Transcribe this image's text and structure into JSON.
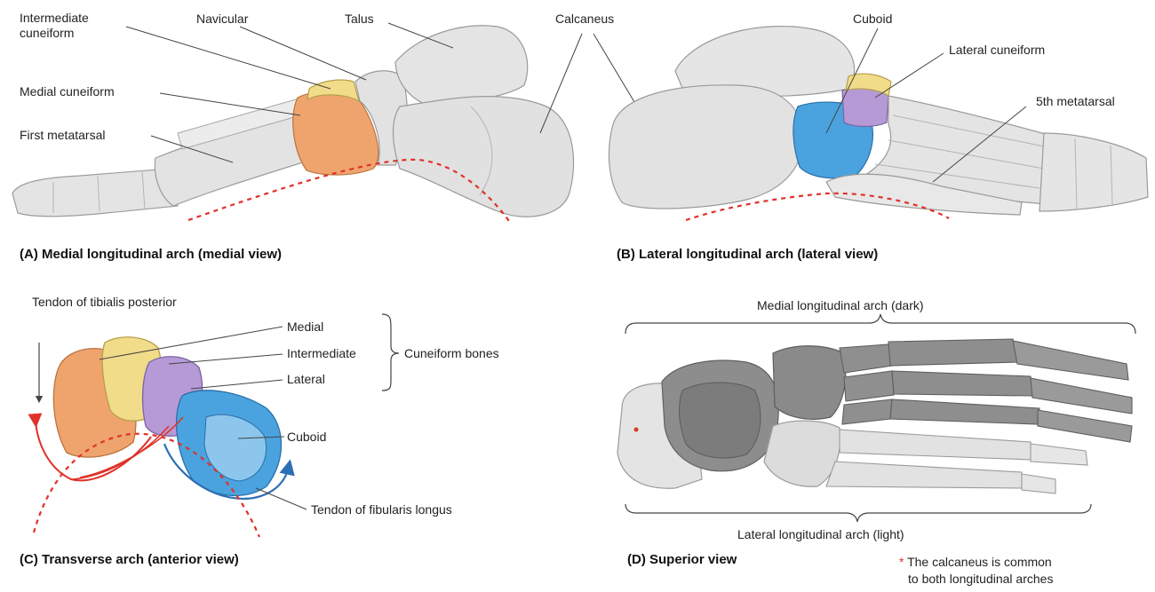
{
  "panels": {
    "a": {
      "caption": "(A) Medial longitudinal arch (medial view)",
      "labels": {
        "intermediate_cuneiform_1": "Intermediate",
        "intermediate_cuneiform_2": "cuneiform",
        "navicular": "Navicular",
        "talus": "Talus",
        "medial_cuneiform": "Medial cuneiform",
        "first_metatarsal": "First metatarsal"
      }
    },
    "shared": {
      "calcaneus": "Calcaneus"
    },
    "b": {
      "caption": "(B) Lateral longitudinal arch (lateral view)",
      "labels": {
        "cuboid": "Cuboid",
        "lateral_cuneiform": "Lateral cuneiform",
        "fifth_metatarsal": "5th metatarsal"
      }
    },
    "c": {
      "caption": "(C) Transverse arch (anterior view)",
      "labels": {
        "tibialis_posterior": "Tendon of tibialis posterior",
        "medial": "Medial",
        "intermediate": "Intermediate",
        "lateral": "Lateral",
        "cuneiform_bones": "Cuneiform bones",
        "cuboid": "Cuboid",
        "fibularis_longus": "Tendon of fibularis longus"
      }
    },
    "d": {
      "caption": "(D) Superior view",
      "labels": {
        "medial_arch": "Medial longitudinal arch (dark)",
        "lateral_arch": "Lateral longitudinal arch (light)"
      },
      "footnote": {
        "asterisk": "*",
        "line1": "The calcaneus is common",
        "line2": "to both longitudinal arches"
      }
    }
  },
  "colors": {
    "bone": "#e2e2e2",
    "bone_stroke": "#9a9a9a",
    "bone_dark": "#8d8d8d",
    "medial_cuneiform": "#efa46e",
    "intermediate_cuneiform": "#f1dc8a",
    "lateral_cuneiform": "#b59ad6",
    "cuboid": "#4aa3de",
    "arch_line": "#e0322a",
    "fibularis_tendon": "#2d6fb5"
  }
}
